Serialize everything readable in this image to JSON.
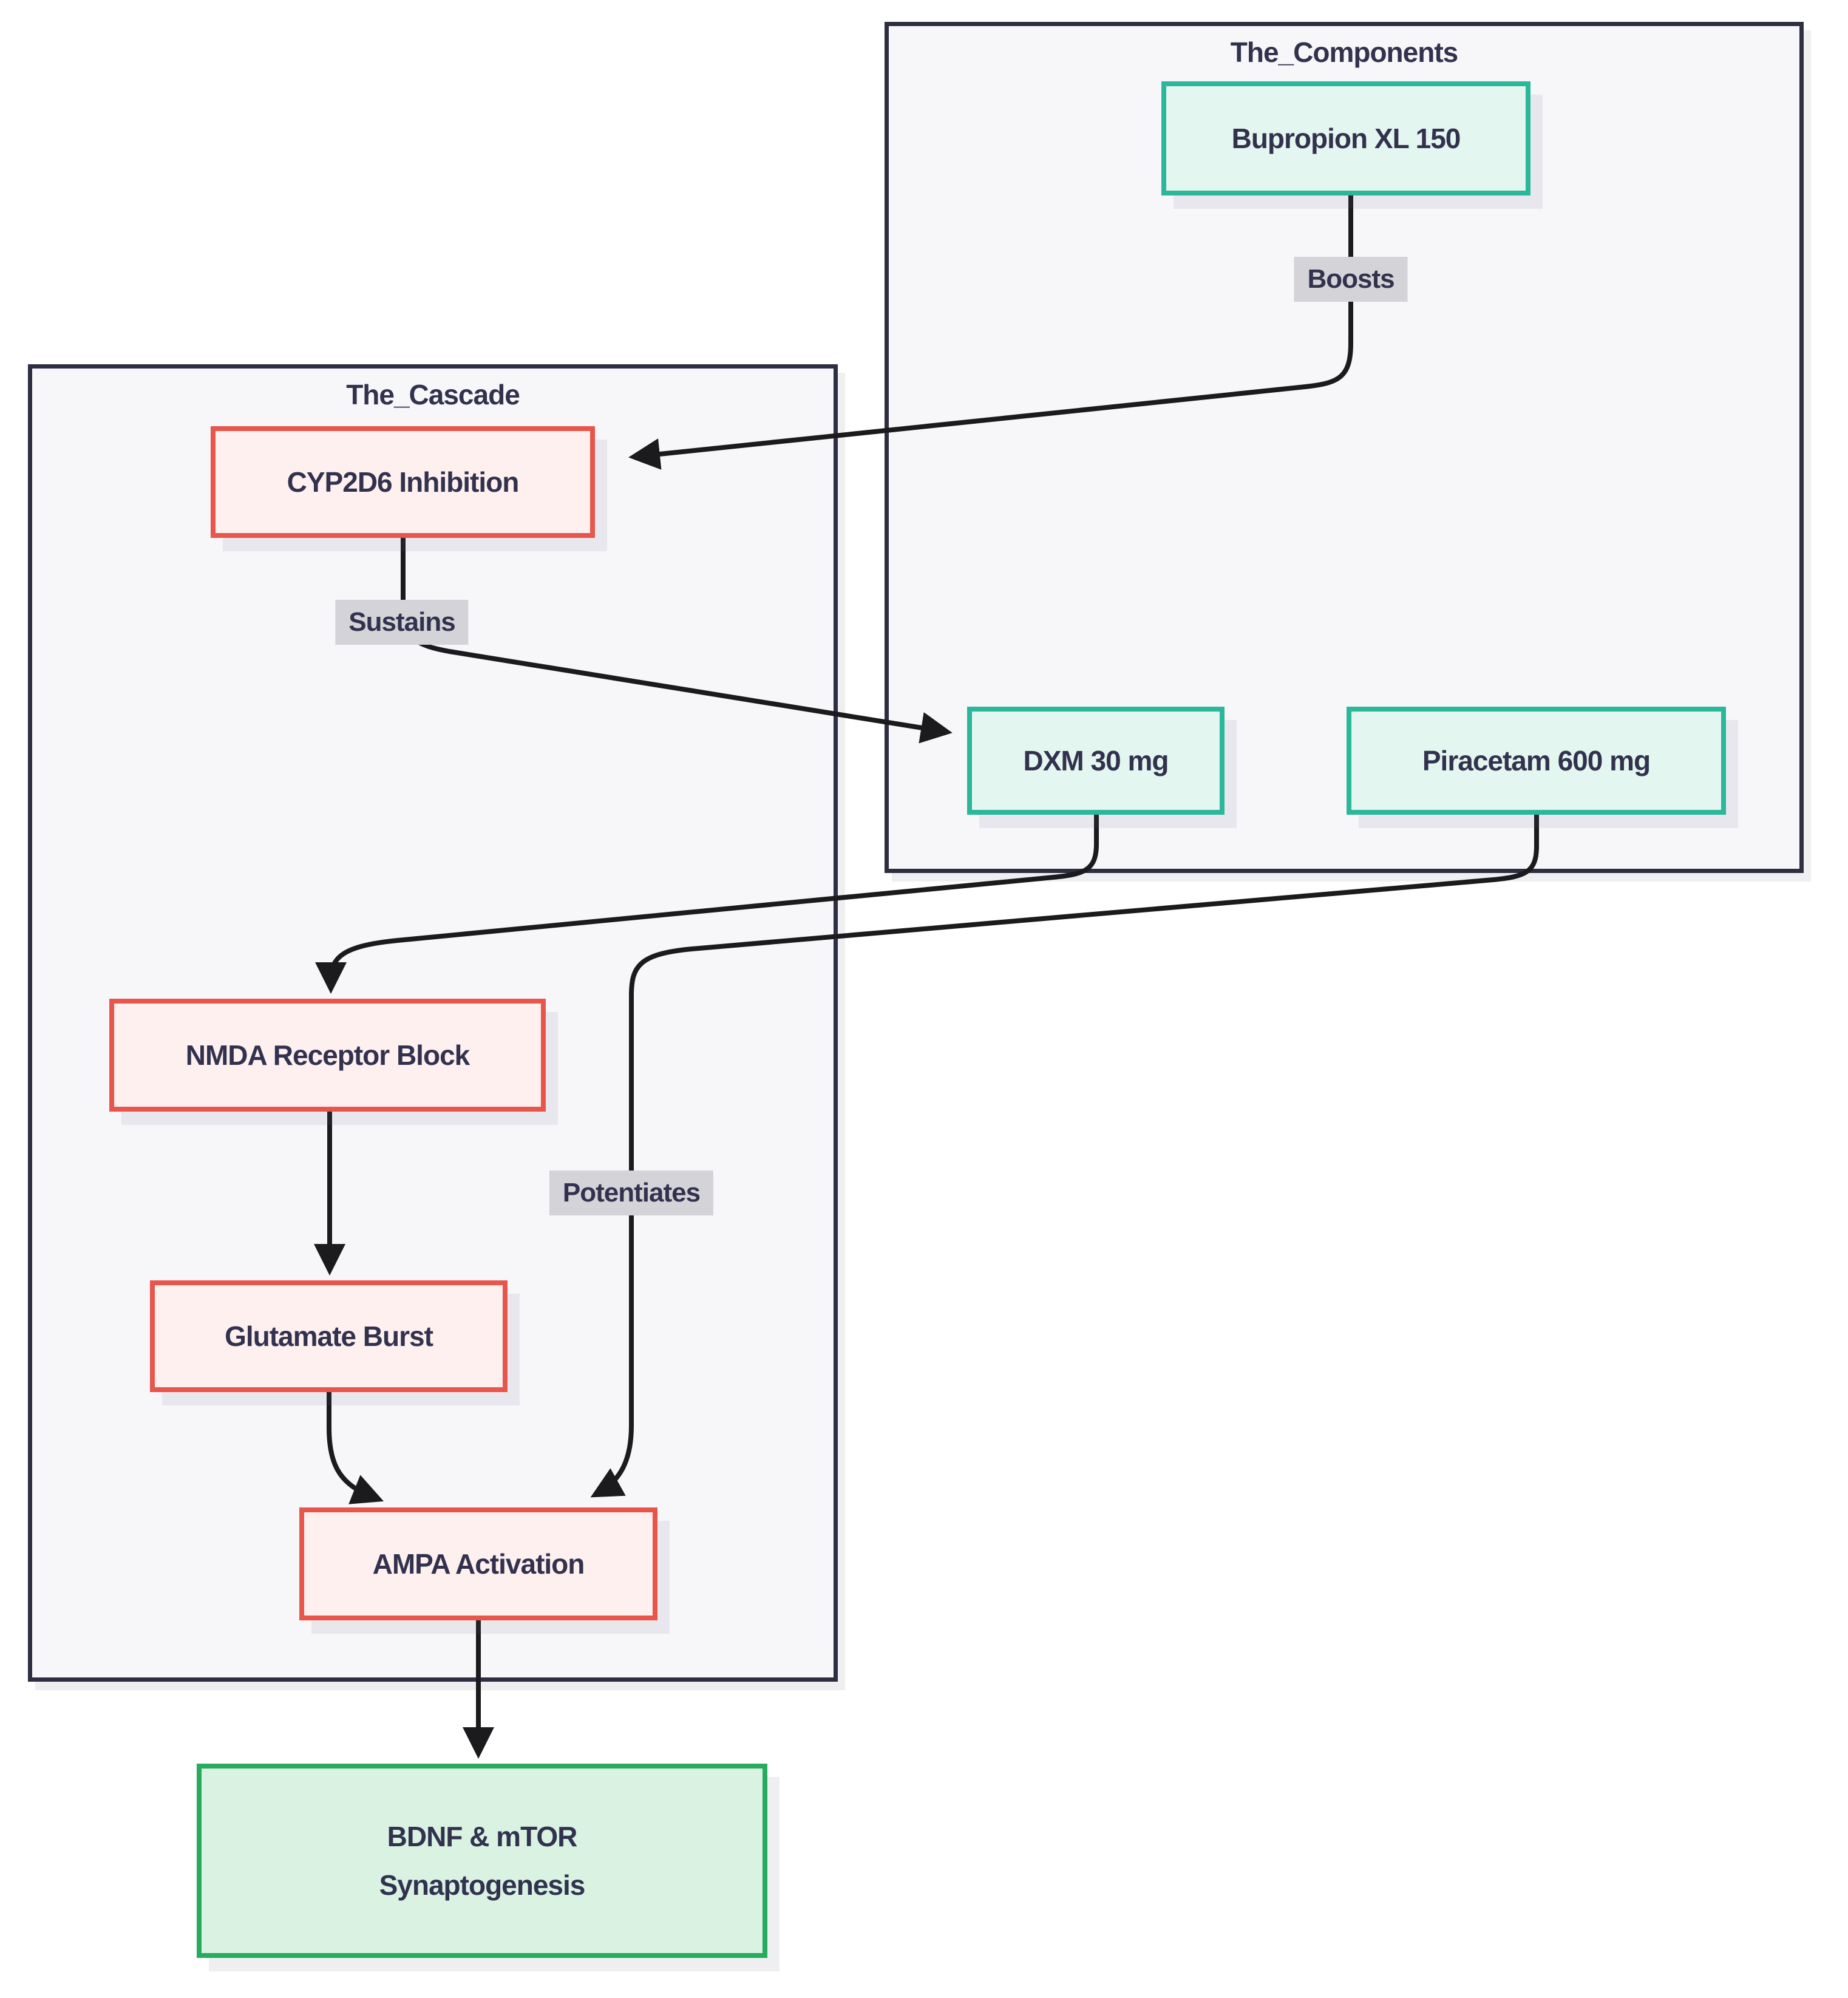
{
  "diagram": {
    "type": "flowchart",
    "subgraphs": {
      "components": {
        "title": "The_Components"
      },
      "cascade": {
        "title": "The_Cascade"
      }
    },
    "nodes": {
      "bupropion": {
        "label": "Bupropion XL 150",
        "group": "The_Components",
        "kind": "component"
      },
      "dxm": {
        "label": "DXM 30 mg",
        "group": "The_Components",
        "kind": "component"
      },
      "piracetam": {
        "label": "Piracetam 600 mg",
        "group": "The_Components",
        "kind": "component"
      },
      "cyp2d6": {
        "label": "CYP2D6 Inhibition",
        "group": "The_Cascade",
        "kind": "cascade"
      },
      "nmda": {
        "label": "NMDA Receptor Block",
        "group": "The_Cascade",
        "kind": "cascade"
      },
      "glutamate": {
        "label": "Glutamate Burst",
        "group": "The_Cascade",
        "kind": "cascade"
      },
      "ampa": {
        "label": "AMPA Activation",
        "group": "The_Cascade",
        "kind": "cascade"
      },
      "bdnf": {
        "label_lines": [
          "BDNF & mTOR",
          "Synaptogenesis"
        ],
        "kind": "outcome"
      }
    },
    "edge_labels": {
      "boosts": "Boosts",
      "sustains": "Sustains",
      "potentiates": "Potentiates"
    },
    "edges": [
      {
        "from": "bupropion",
        "to": "cyp2d6",
        "label": "Boosts"
      },
      {
        "from": "cyp2d6",
        "to": "dxm",
        "label": "Sustains"
      },
      {
        "from": "dxm",
        "to": "nmda",
        "label": ""
      },
      {
        "from": "piracetam",
        "to": "ampa",
        "label": "Potentiates"
      },
      {
        "from": "nmda",
        "to": "glutamate",
        "label": ""
      },
      {
        "from": "glutamate",
        "to": "ampa",
        "label": ""
      },
      {
        "from": "ampa",
        "to": "bdnf",
        "label": ""
      }
    ],
    "colors": {
      "component_border": "#2ab79a",
      "component_fill": "#e4f6f0",
      "cascade_border": "#e8554a",
      "cascade_fill": "#fdf0ef",
      "outcome_border": "#27ab5d",
      "outcome_fill": "#d9f2e2",
      "subgraph_border": "#2e2e42",
      "subgraph_fill": "#f7f7fa",
      "edge": "#1b1b1d",
      "edge_label_bg": "#d3d3d8",
      "text": "#32324e",
      "page_bg": "#ffffff"
    }
  }
}
